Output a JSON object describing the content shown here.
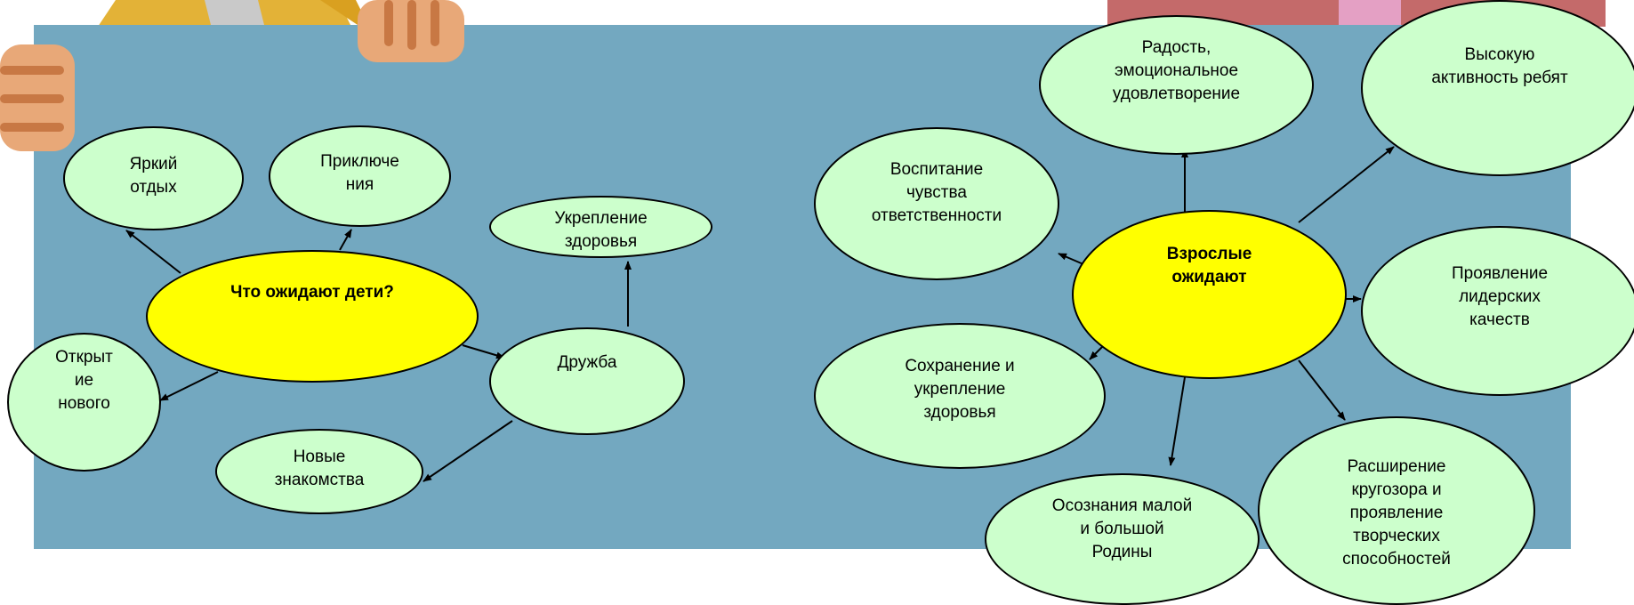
{
  "children": {
    "center": "Что ожидают дети?",
    "nodes": {
      "bright_rest": "Яркий\nотдых",
      "adventures": "Приключе\nния",
      "health": "Укрепление\nздоровья",
      "friendship": "Дружба",
      "new_friends": "Новые\nзнакомства",
      "discovery": "Открыт\nие\nнового"
    }
  },
  "adults": {
    "center": "Взрослые\nожидают",
    "nodes": {
      "joy": "Радость,\nэмоциональное\nудовлетворение",
      "activity": "Высокую\nактивность ребят",
      "responsibility": "Воспитание\nчувства\nответственности",
      "leadership": "Проявление\nлидерских\nкачеств",
      "health": "Сохранение и\nукрепление\nздоровья",
      "homeland": "Осознания малой\nи большой\nРодины",
      "horizons": "Расширение\nкругозора и\nпроявление\nтворческих\nспособностей"
    }
  },
  "colors": {
    "board": "#73a8c0",
    "node_fill": "#ccffcc",
    "center_fill": "#ffff00",
    "skin": "#e8a878",
    "skin_stripe": "#c87844"
  }
}
